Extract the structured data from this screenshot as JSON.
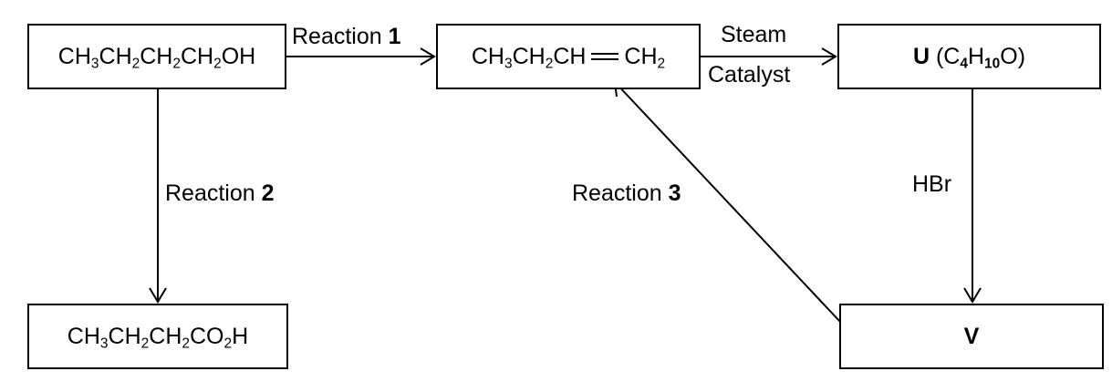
{
  "compounds": {
    "butanol": {
      "parts": [
        "CH",
        "3",
        "CH",
        "2",
        "CH",
        "2",
        "CH",
        "2",
        "OH"
      ]
    },
    "butene": {
      "left_parts": [
        "CH",
        "3",
        "CH",
        "2",
        "CH"
      ],
      "right_parts": [
        "CH",
        "2"
      ]
    },
    "acid": {
      "parts": [
        "CH",
        "3",
        "CH",
        "2",
        "CH",
        "2",
        "CO",
        "2",
        "H"
      ]
    },
    "u": {
      "letter": "U",
      "formula_parts": [
        "(C",
        "4",
        "H",
        "10",
        "O)"
      ]
    },
    "v": {
      "letter": "V"
    }
  },
  "reactions": {
    "r1": {
      "text": "Reaction ",
      "number": "1"
    },
    "r2": {
      "text": "Reaction ",
      "number": "2"
    },
    "r3": {
      "text": "Reaction ",
      "number": "3"
    }
  },
  "conditions": {
    "steam": "Steam",
    "catalyst": "Catalyst",
    "hbr": "HBr"
  }
}
